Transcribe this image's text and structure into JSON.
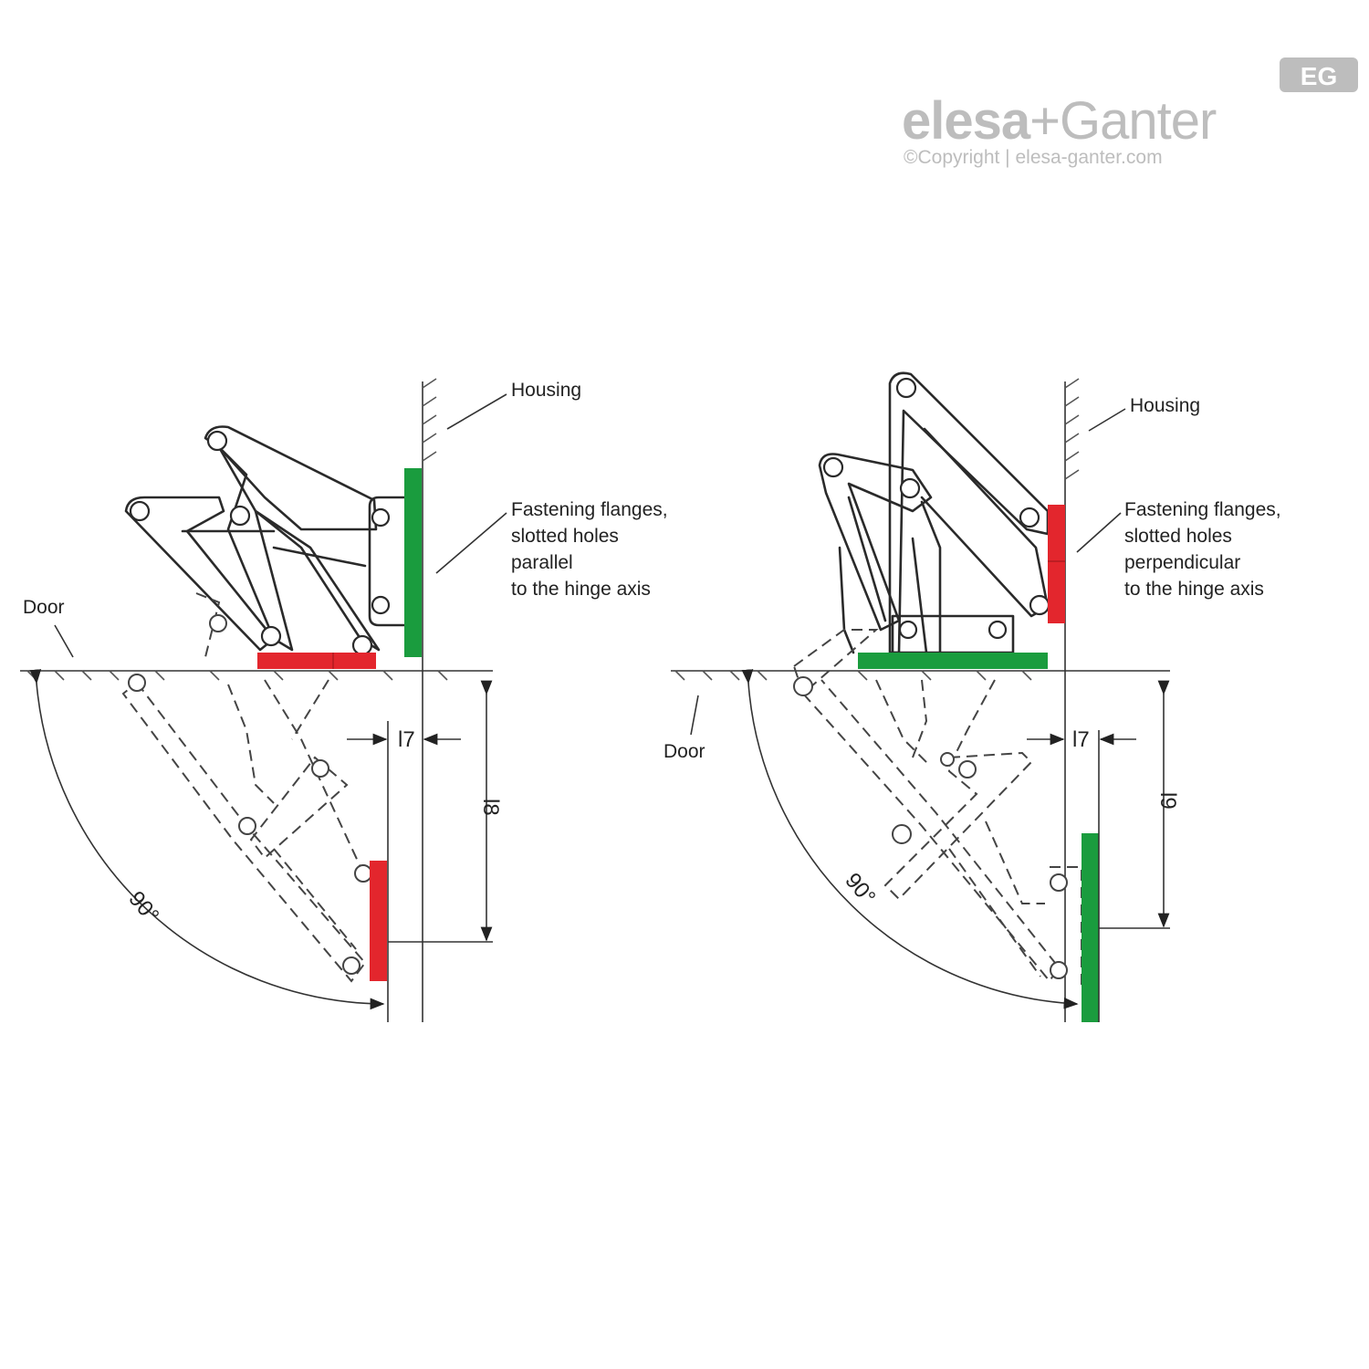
{
  "logo": {
    "brand_left": "elesa",
    "brand_plus": "+",
    "brand_right": "Ganter",
    "badge": "EG",
    "copyright": "©Copyright | elesa-ganter.com"
  },
  "left_figure": {
    "housing_label": "Housing",
    "flange_label": [
      "Fastening flanges,",
      "slotted holes",
      "parallel",
      "to the hinge axis"
    ],
    "door_label": "Door",
    "dim_l7": "l7",
    "dim_l8": "l8",
    "angle_label": "90°"
  },
  "right_figure": {
    "housing_label": "Housing",
    "flange_label": [
      "Fastening flanges,",
      "slotted holes",
      "perpendicular",
      "to the hinge axis"
    ],
    "door_label": "Door",
    "dim_l7": "l7",
    "dim_l9": "l9",
    "angle_label": "90°"
  },
  "colors": {
    "flange_green": "#1a9c3e",
    "flange_red": "#e3262d",
    "logo_grey": "#bdbdbd"
  }
}
